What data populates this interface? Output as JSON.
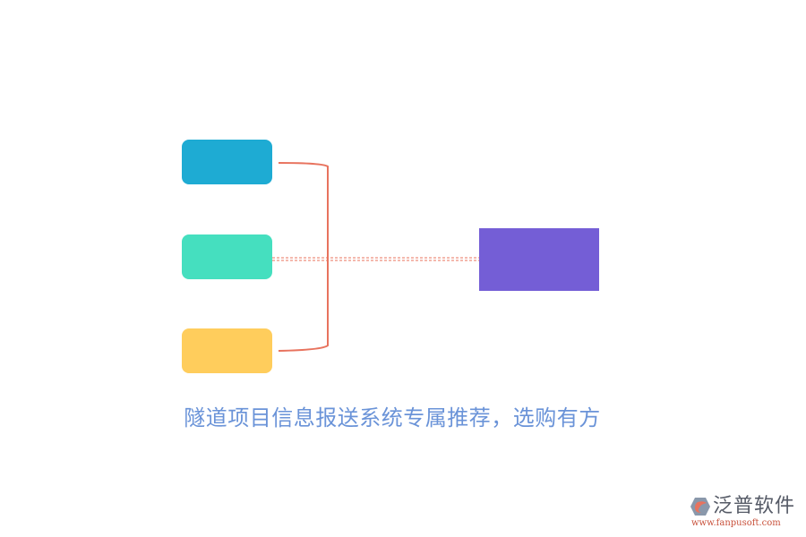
{
  "diagram": {
    "source_nodes": [
      {
        "id": "node-1",
        "label": "",
        "color": "#1eabd3"
      },
      {
        "id": "node-2",
        "label": "",
        "color": "#45dfbf"
      },
      {
        "id": "node-3",
        "label": "",
        "color": "#ffcd5c"
      }
    ],
    "target_node": {
      "id": "target",
      "label": "",
      "color": "#745ed6"
    },
    "connector_color": "#e8735e"
  },
  "caption": "隧道项目信息报送系统专属推荐，选购有方",
  "logo": {
    "name": "泛普软件",
    "url": "www.fanpusoft.com"
  }
}
